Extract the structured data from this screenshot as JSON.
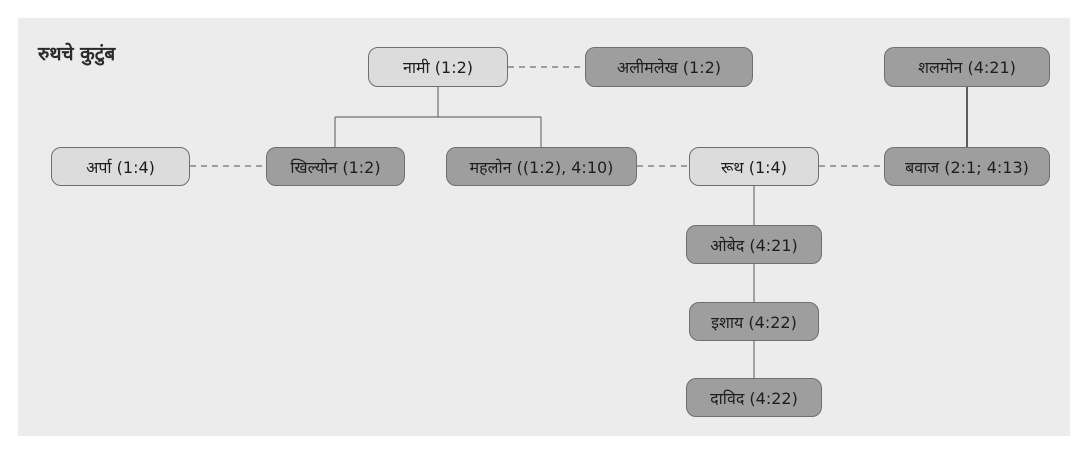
{
  "title": "रुथचे कुटुंब",
  "nodes": {
    "naomi": "नामी  (1:2)",
    "elimelech": "अलीमलेख (1:2)",
    "salmon": "शलमोन (4:21)",
    "orpah": "अर्पा  (1:4)",
    "chilion": "खिल्योन (1:2)",
    "mahlon": "महलोन ((1:2), 4:10)",
    "ruth": "रूथ  (1:4)",
    "boaz": "बवाज (2:1; 4:13)",
    "obed": "ओबेद (4:21)",
    "jesse": "इशाय (4:22)",
    "david": "दाविद (4:22)"
  },
  "colors": {
    "background_panel": "#ececec",
    "node_light": "#dcdcdc",
    "node_dark": "#9e9e9e",
    "border": "#6f6f6f",
    "line": "#707070"
  }
}
